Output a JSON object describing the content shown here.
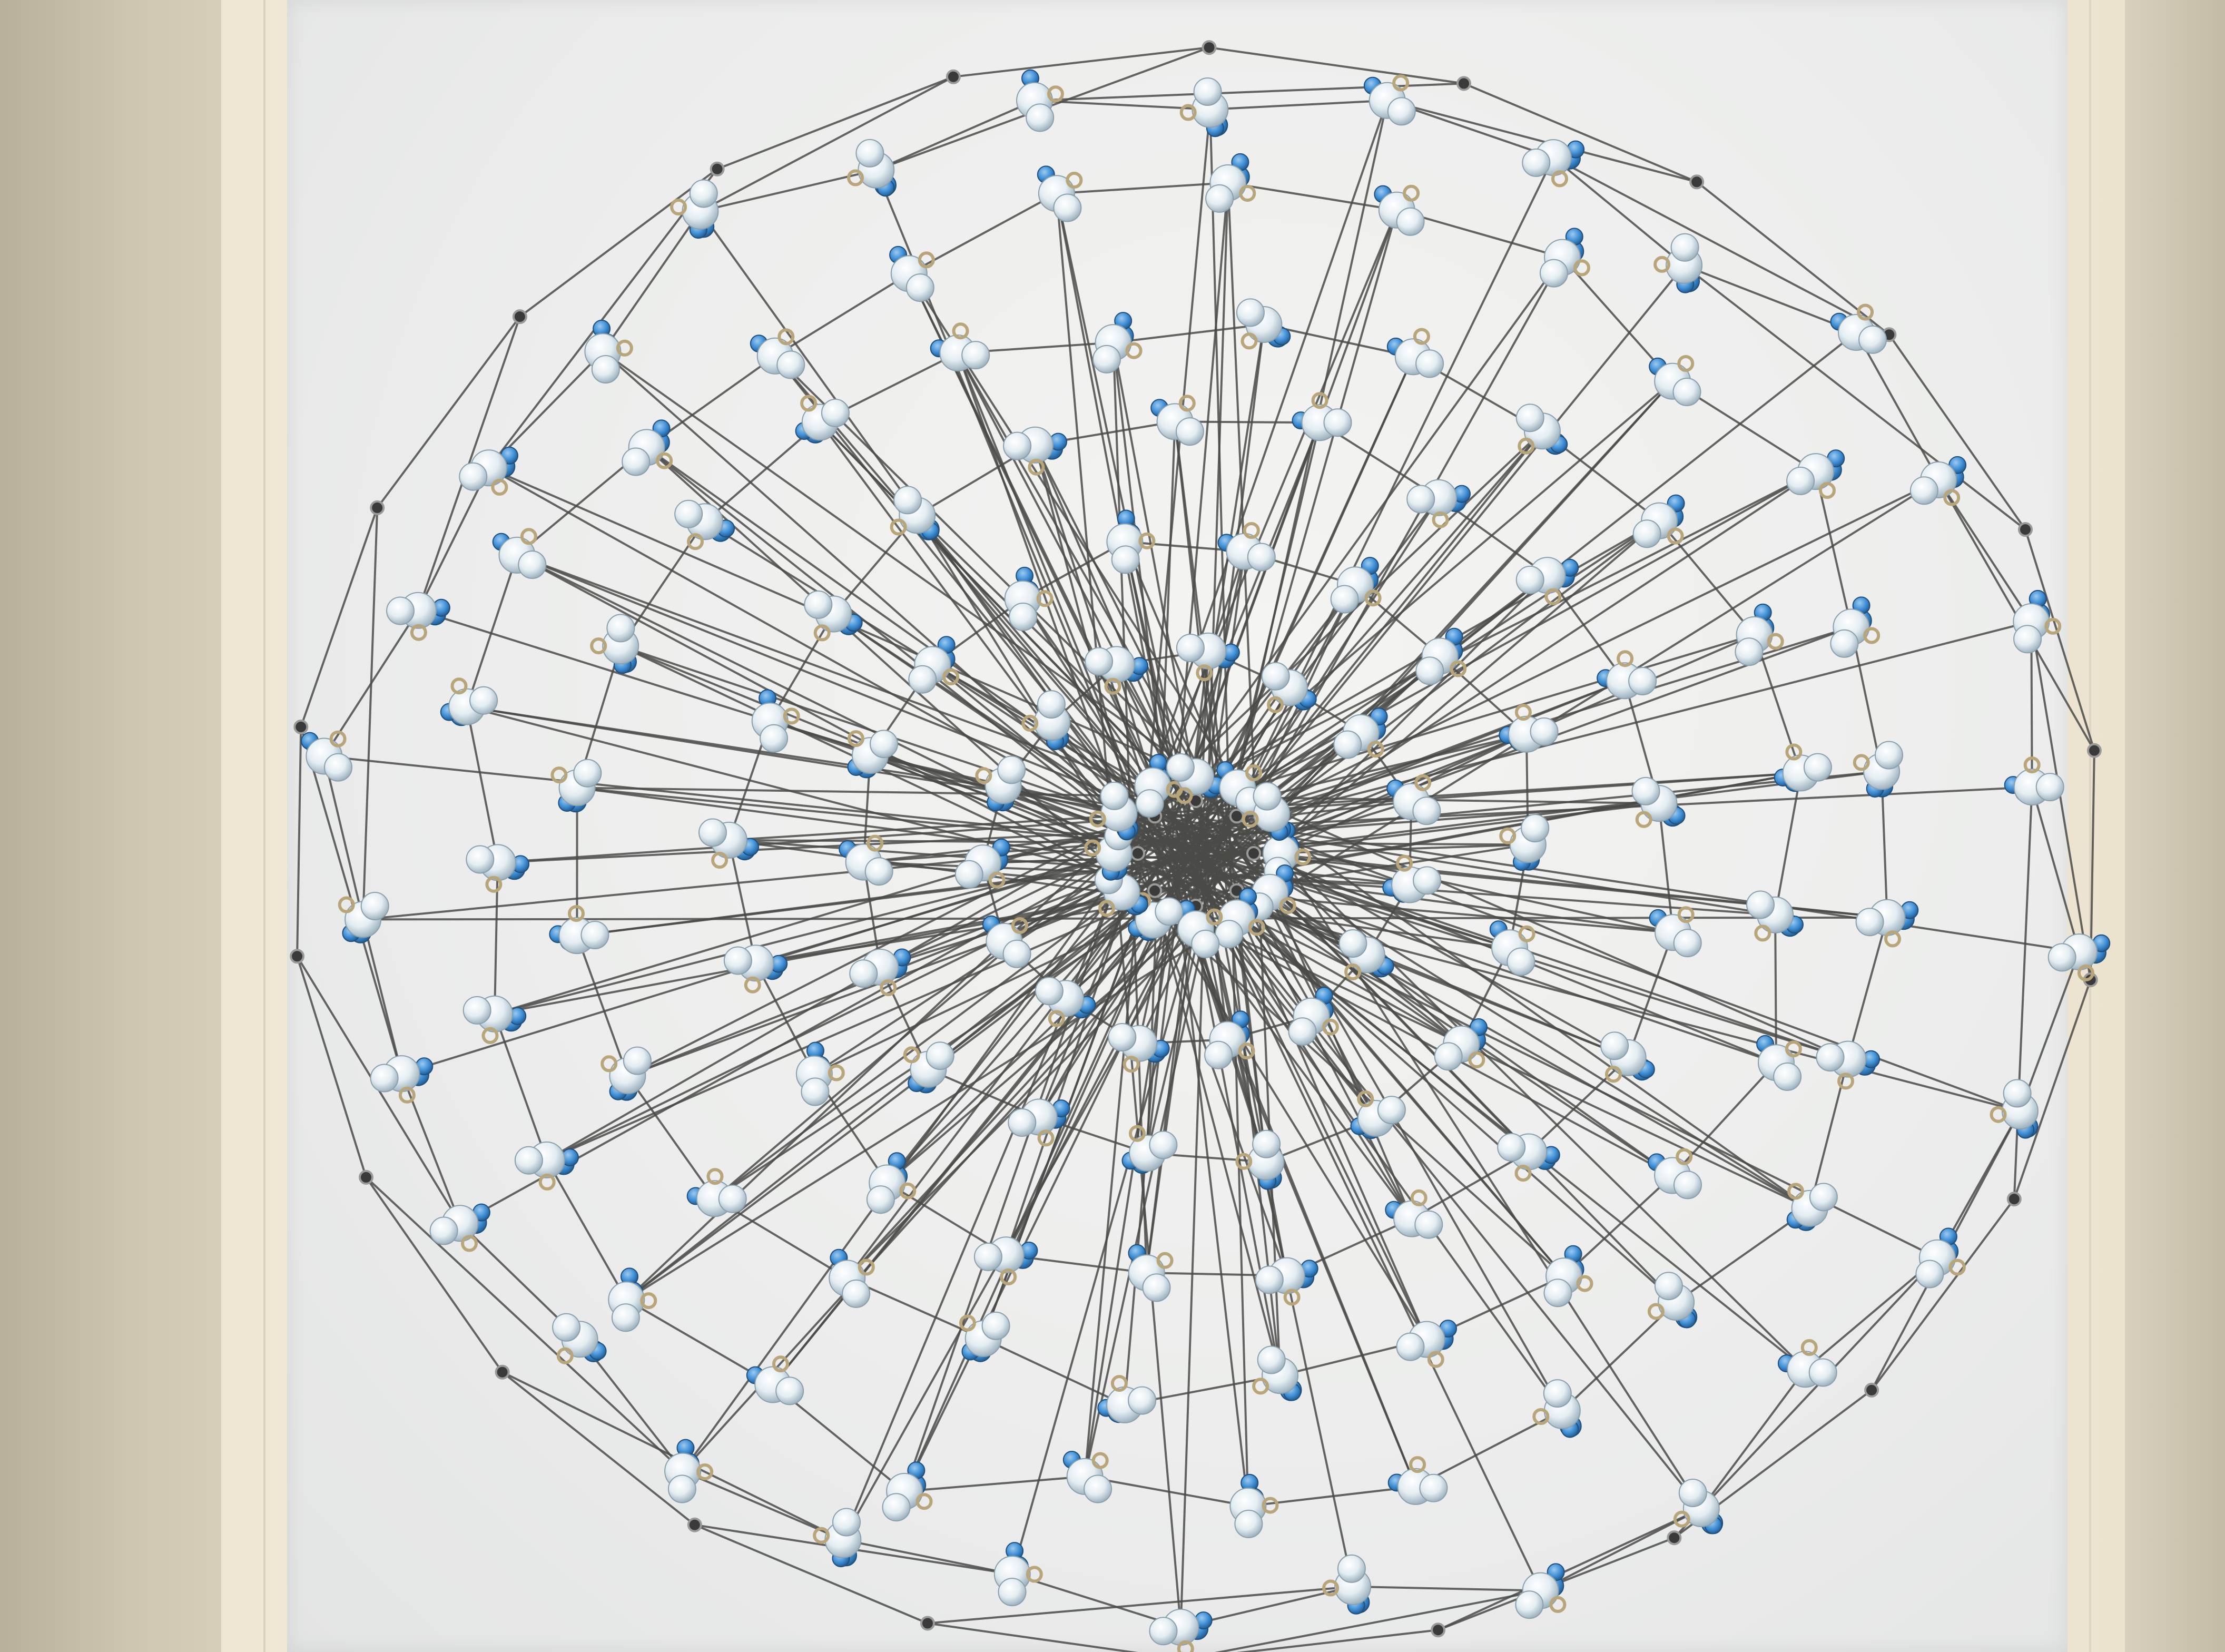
{
  "scene": {
    "description_colors": {
      "wall": "#cfc6b0",
      "frame": "#f1e9d6",
      "board": "#ecedec",
      "wire": "#4a4a48",
      "bead_blue": "#3f8fd6",
      "bead_clear": "#e9f0f4",
      "ring_metal": "#b9a57a"
    },
    "object": "spiral-wire-bead-artwork",
    "element_names": [
      "wire",
      "crystal-bead-cluster",
      "eyelet-hole"
    ]
  }
}
